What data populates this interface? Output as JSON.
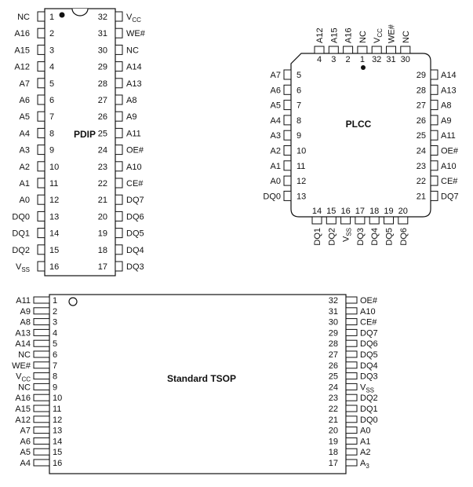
{
  "packages": {
    "pdip": {
      "title": "PDIP",
      "left": [
        {
          "num": "1",
          "label": "NC"
        },
        {
          "num": "2",
          "label": "A16"
        },
        {
          "num": "3",
          "label": "A15"
        },
        {
          "num": "4",
          "label": "A12"
        },
        {
          "num": "5",
          "label": "A7"
        },
        {
          "num": "6",
          "label": "A6"
        },
        {
          "num": "7",
          "label": "A5"
        },
        {
          "num": "8",
          "label": "A4"
        },
        {
          "num": "9",
          "label": "A3"
        },
        {
          "num": "10",
          "label": "A2"
        },
        {
          "num": "11",
          "label": "A1"
        },
        {
          "num": "12",
          "label": "A0"
        },
        {
          "num": "13",
          "label": "DQ0"
        },
        {
          "num": "14",
          "label": "DQ1"
        },
        {
          "num": "15",
          "label": "DQ2"
        },
        {
          "num": "16",
          "label": "V",
          "sub": "SS"
        }
      ],
      "right": [
        {
          "num": "32",
          "label": "V",
          "sub": "CC"
        },
        {
          "num": "31",
          "label": "WE#"
        },
        {
          "num": "30",
          "label": "NC"
        },
        {
          "num": "29",
          "label": "A14"
        },
        {
          "num": "28",
          "label": "A13"
        },
        {
          "num": "27",
          "label": "A8"
        },
        {
          "num": "26",
          "label": "A9"
        },
        {
          "num": "25",
          "label": "A11"
        },
        {
          "num": "24",
          "label": "OE#"
        },
        {
          "num": "23",
          "label": "A10"
        },
        {
          "num": "22",
          "label": "CE#"
        },
        {
          "num": "21",
          "label": "DQ7"
        },
        {
          "num": "20",
          "label": "DQ6"
        },
        {
          "num": "19",
          "label": "DQ5"
        },
        {
          "num": "18",
          "label": "DQ4"
        },
        {
          "num": "17",
          "label": "DQ3"
        }
      ]
    },
    "plcc": {
      "title": "PLCC",
      "top": [
        {
          "num": "4",
          "label": "A12"
        },
        {
          "num": "3",
          "label": "A15"
        },
        {
          "num": "2",
          "label": "A16"
        },
        {
          "num": "1",
          "label": "NC"
        },
        {
          "num": "32",
          "label": "V",
          "sub": "CC"
        },
        {
          "num": "31",
          "label": "WE#"
        },
        {
          "num": "30",
          "label": "NC"
        }
      ],
      "left": [
        {
          "num": "5",
          "label": "A7"
        },
        {
          "num": "6",
          "label": "A6"
        },
        {
          "num": "7",
          "label": "A5"
        },
        {
          "num": "8",
          "label": "A4"
        },
        {
          "num": "9",
          "label": "A3"
        },
        {
          "num": "10",
          "label": "A2"
        },
        {
          "num": "11",
          "label": "A1"
        },
        {
          "num": "12",
          "label": "A0"
        },
        {
          "num": "13",
          "label": "DQ0"
        }
      ],
      "right": [
        {
          "num": "29",
          "label": "A14"
        },
        {
          "num": "28",
          "label": "A13"
        },
        {
          "num": "27",
          "label": "A8"
        },
        {
          "num": "26",
          "label": "A9"
        },
        {
          "num": "25",
          "label": "A11"
        },
        {
          "num": "24",
          "label": "OE#"
        },
        {
          "num": "23",
          "label": "A10"
        },
        {
          "num": "22",
          "label": "CE#"
        },
        {
          "num": "21",
          "label": "DQ7"
        }
      ],
      "bottom": [
        {
          "num": "14",
          "label": "DQ1"
        },
        {
          "num": "15",
          "label": "DQ2"
        },
        {
          "num": "16",
          "label": "V",
          "sub": "SS"
        },
        {
          "num": "17",
          "label": "DQ3"
        },
        {
          "num": "18",
          "label": "DQ4"
        },
        {
          "num": "19",
          "label": "DQ5"
        },
        {
          "num": "20",
          "label": "DQ6"
        }
      ]
    },
    "tsop": {
      "title": "Standard TSOP",
      "left": [
        {
          "num": "1",
          "label": "A11"
        },
        {
          "num": "2",
          "label": "A9"
        },
        {
          "num": "3",
          "label": "A8"
        },
        {
          "num": "4",
          "label": "A13"
        },
        {
          "num": "5",
          "label": "A14"
        },
        {
          "num": "6",
          "label": "NC"
        },
        {
          "num": "7",
          "label": "WE#"
        },
        {
          "num": "8",
          "label": "V",
          "sub": "CC"
        },
        {
          "num": "9",
          "label": "NC"
        },
        {
          "num": "10",
          "label": "A16"
        },
        {
          "num": "11",
          "label": "A15"
        },
        {
          "num": "12",
          "label": "A12"
        },
        {
          "num": "13",
          "label": "A7"
        },
        {
          "num": "14",
          "label": "A6"
        },
        {
          "num": "15",
          "label": "A5"
        },
        {
          "num": "16",
          "label": "A4"
        }
      ],
      "right": [
        {
          "num": "32",
          "label": "OE#"
        },
        {
          "num": "31",
          "label": "A10"
        },
        {
          "num": "30",
          "label": "CE#"
        },
        {
          "num": "29",
          "label": "DQ7"
        },
        {
          "num": "28",
          "label": "DQ6"
        },
        {
          "num": "27",
          "label": "DQ5"
        },
        {
          "num": "26",
          "label": "DQ4"
        },
        {
          "num": "25",
          "label": "DQ3"
        },
        {
          "num": "24",
          "label": "V",
          "sub": "SS"
        },
        {
          "num": "23",
          "label": "DQ2"
        },
        {
          "num": "22",
          "label": "DQ1"
        },
        {
          "num": "21",
          "label": "DQ0"
        },
        {
          "num": "20",
          "label": "A0"
        },
        {
          "num": "19",
          "label": "A1"
        },
        {
          "num": "18",
          "label": "A2"
        },
        {
          "num": "17",
          "label": "A",
          "sub": "3"
        }
      ]
    }
  }
}
